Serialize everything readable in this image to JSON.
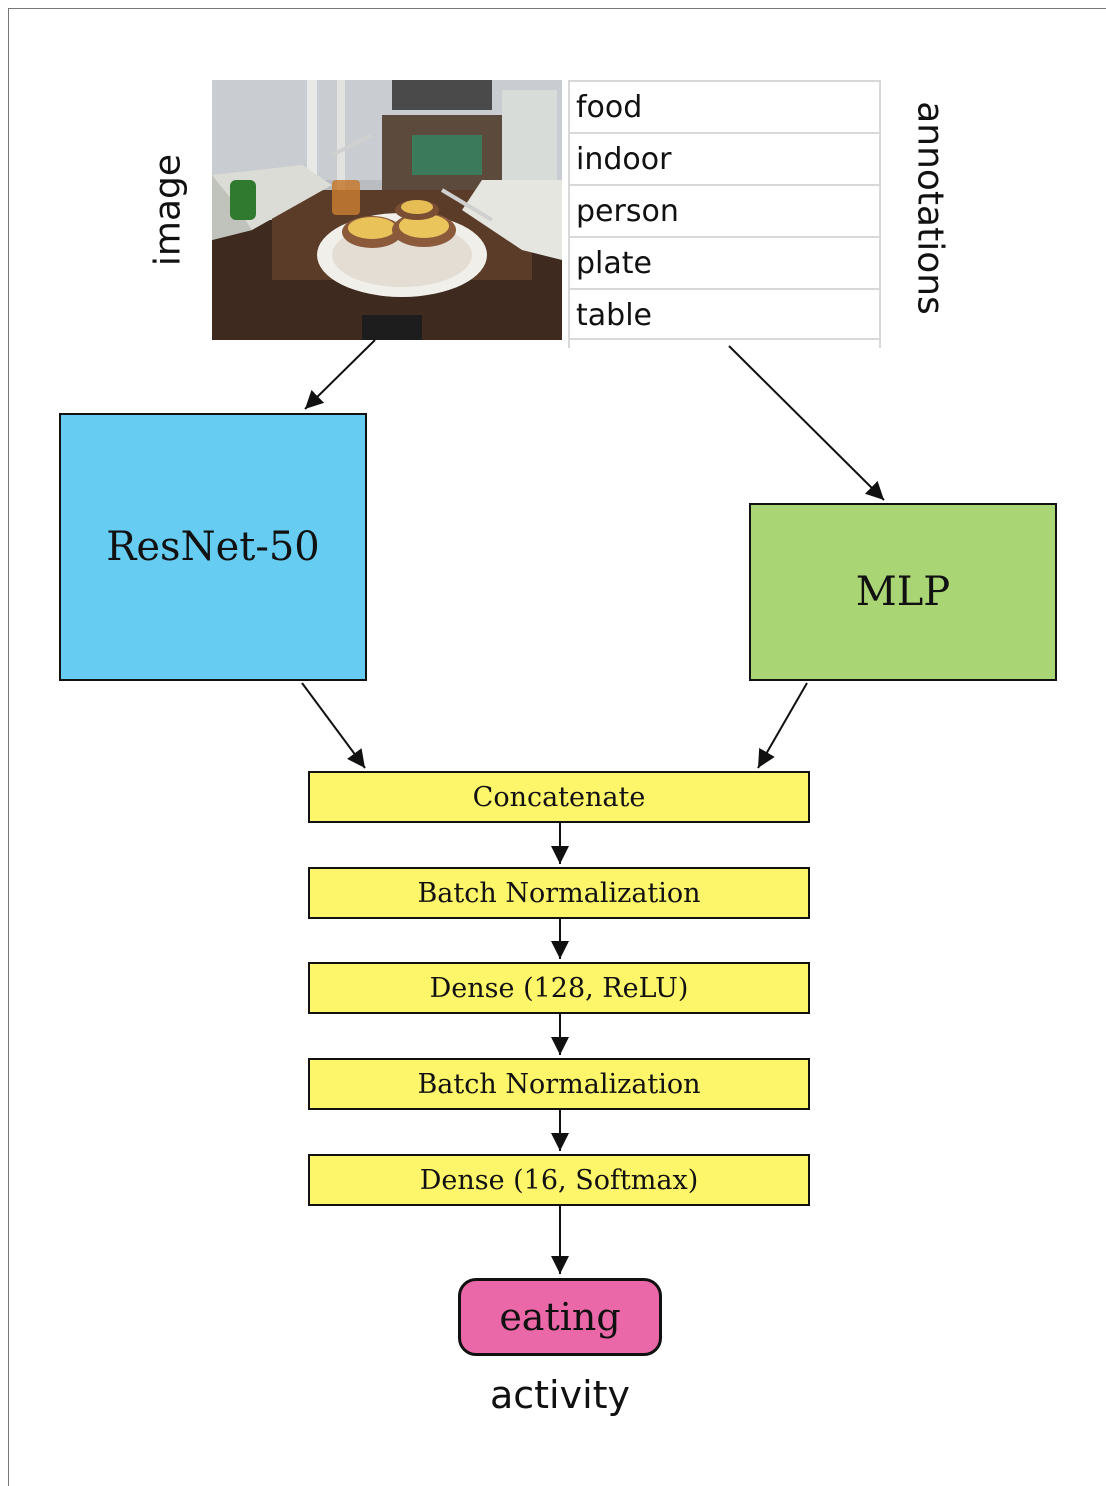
{
  "input": {
    "image_label": "image",
    "annotations_label": "annotations",
    "annotations": [
      "food",
      "indoor",
      "person",
      "plate",
      "table"
    ]
  },
  "branches": {
    "image_model": "ResNet-50",
    "annotation_model": "MLP"
  },
  "layers": [
    "Concatenate",
    "Batch Normalization",
    "Dense (128, ReLU)",
    "Batch Normalization",
    "Dense (16, Softmax)"
  ],
  "output": {
    "value": "eating",
    "label": "activity"
  },
  "colors": {
    "resnet": "#66ccf2",
    "mlp": "#aad574",
    "layer": "#fdf56a",
    "output": "#ea67a8"
  }
}
